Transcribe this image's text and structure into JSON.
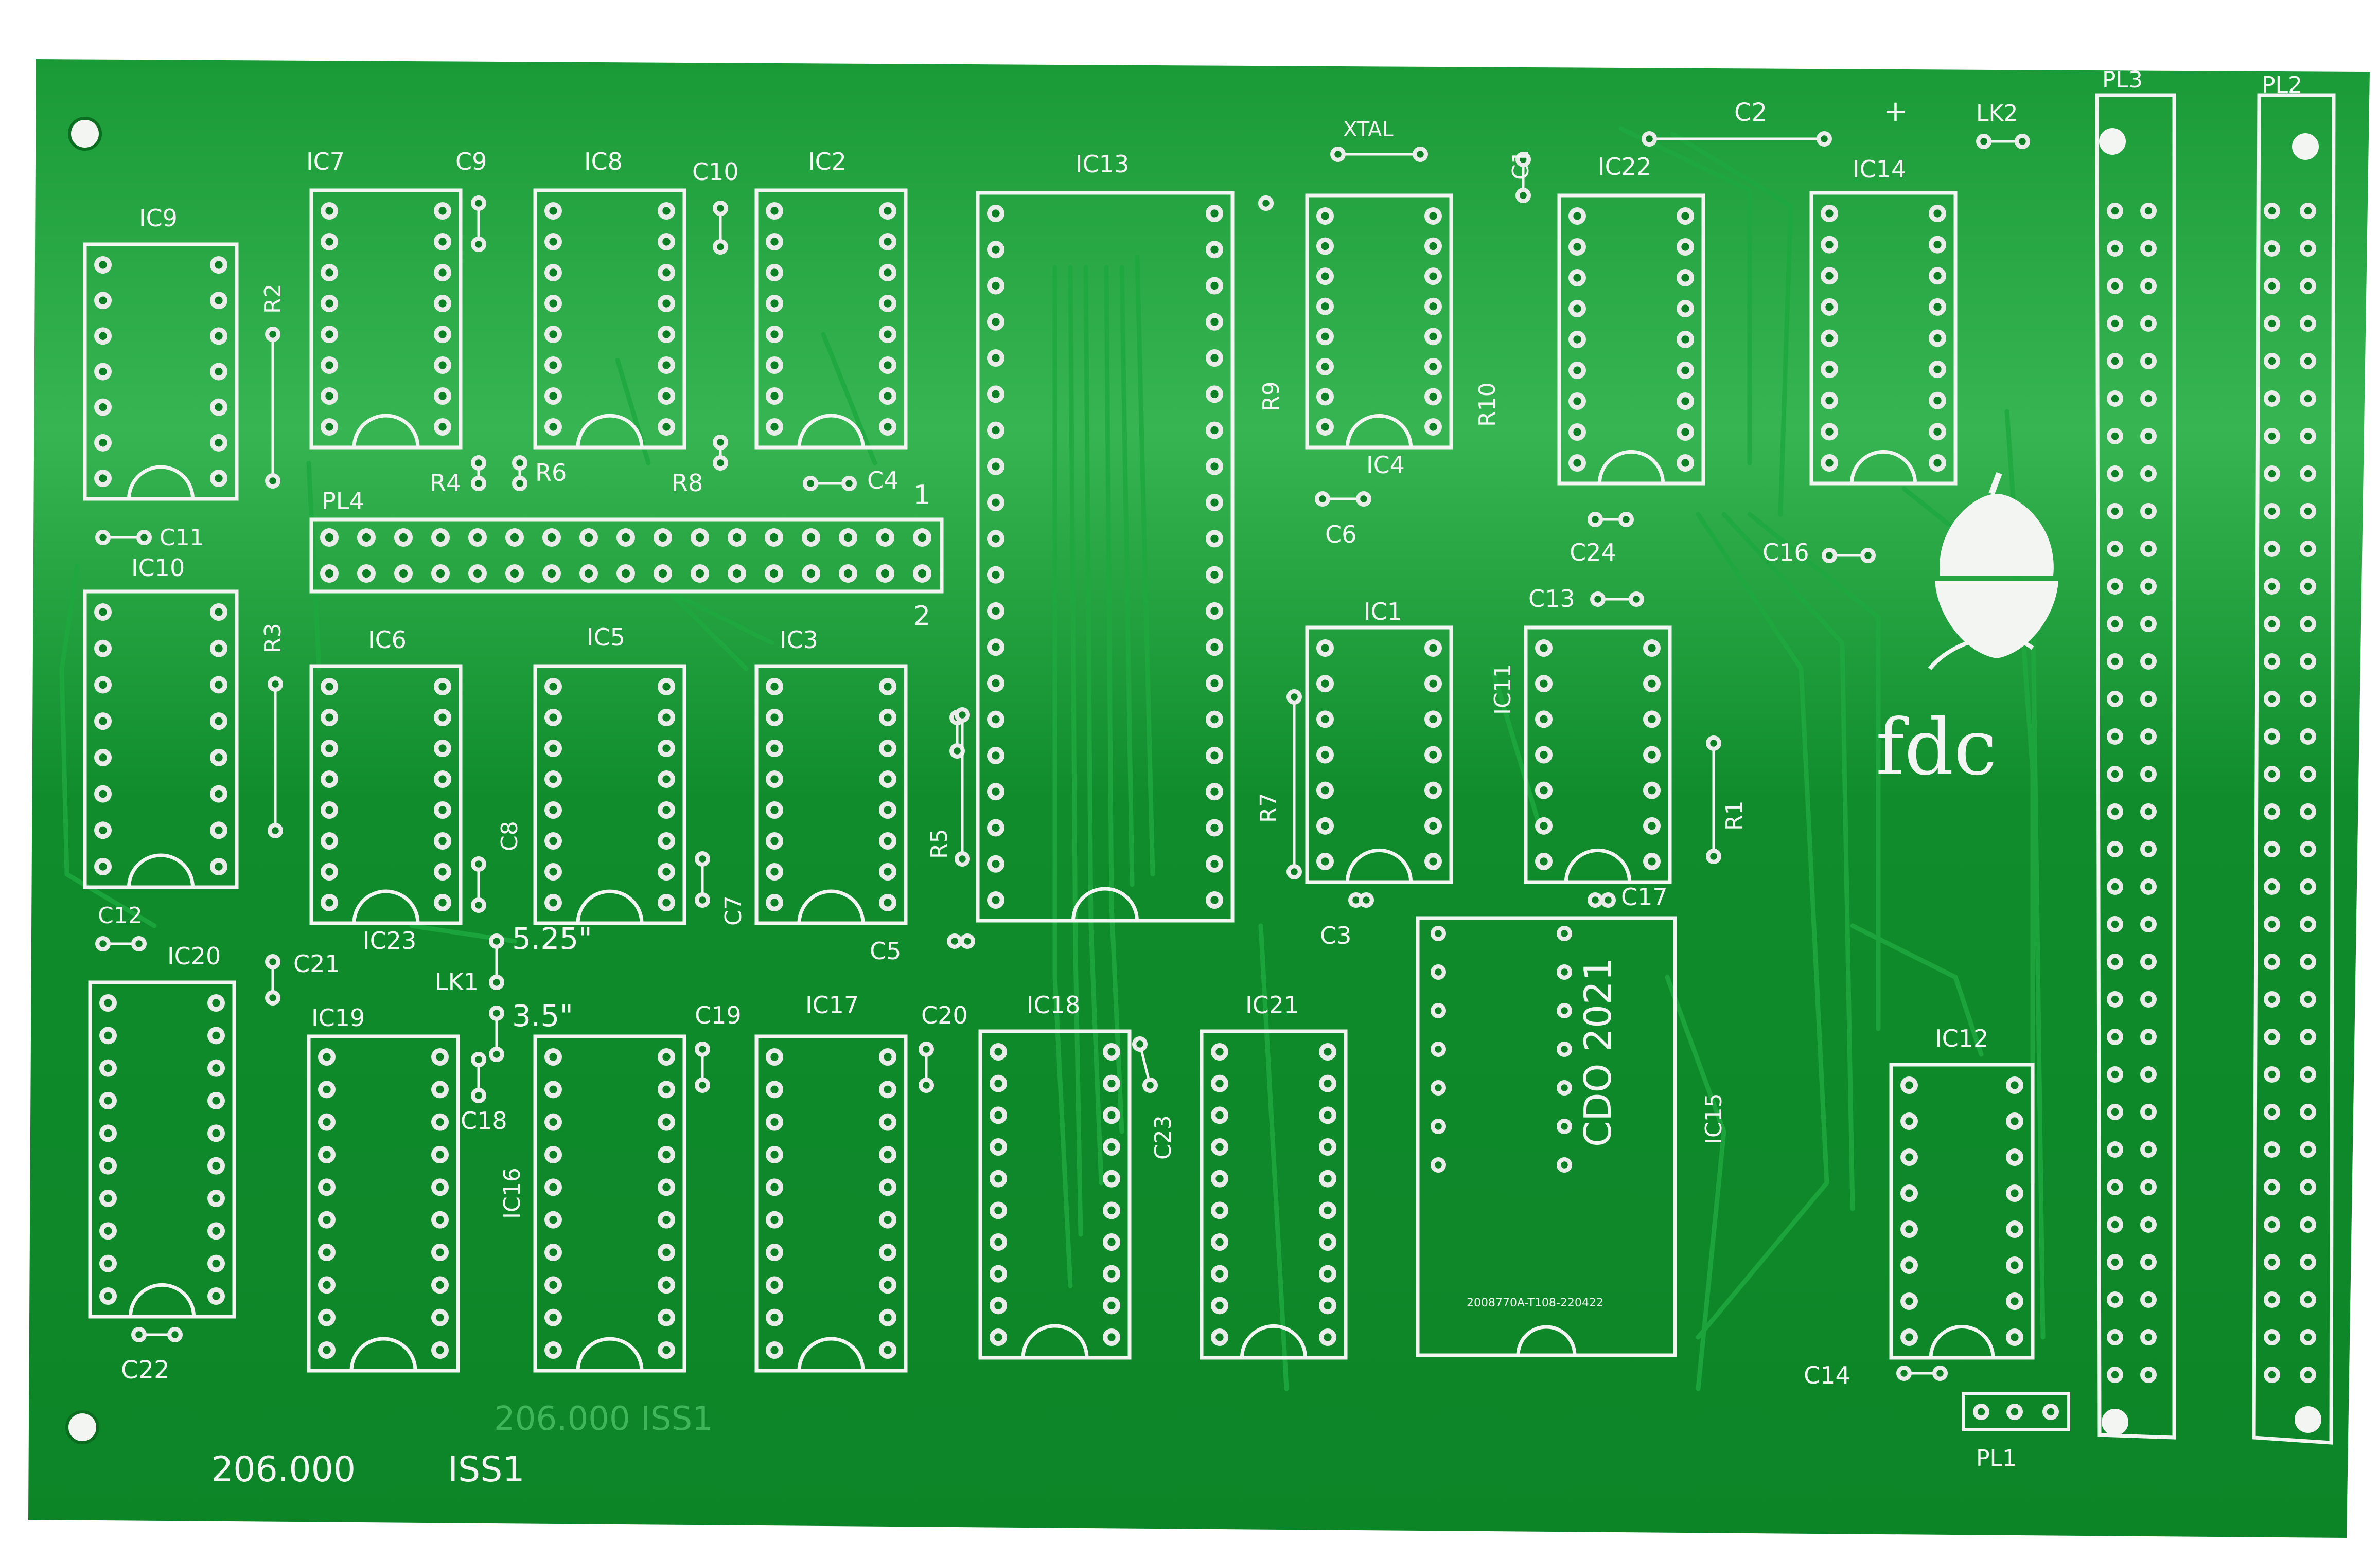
{
  "colors": {
    "board": "#0e8a2a",
    "board_light": "#22a43f",
    "trace": "#1fa23d",
    "silk": "#f2f5f2",
    "pad": "#e9ece9",
    "background": "#ffffff"
  },
  "board": {
    "part_number": "206.000",
    "issue": "ISS1",
    "copper_text": "206.000 ISS1",
    "logo_text": "fdc",
    "logo_icon": "acorn-icon"
  },
  "labels": {
    "ic1": "IC1",
    "ic2": "IC2",
    "ic3": "IC3",
    "ic4": "IC4",
    "ic5": "IC5",
    "ic6": "IC6",
    "ic7": "IC7",
    "ic8": "IC8",
    "ic9": "IC9",
    "ic10": "IC10",
    "ic11": "IC11",
    "ic12": "IC12",
    "ic13": "IC13",
    "ic14": "IC14",
    "ic15": "IC15",
    "ic16": "IC16",
    "ic17": "IC17",
    "ic18": "IC18",
    "ic19": "IC19",
    "ic20": "IC20",
    "ic21a": "IC21",
    "ic22": "IC22",
    "ic23": "IC23",
    "c1": "C1",
    "c2": "C2",
    "c3": "C3",
    "c4": "C4",
    "c5": "C5",
    "c6": "C6",
    "c7": "C7",
    "c8": "C8",
    "c9": "C9",
    "c10": "C10",
    "c11": "C11",
    "c12": "C12",
    "c13": "C13",
    "c14": "C14",
    "c16": "C16",
    "c17": "C17",
    "c18": "C18",
    "c19": "C19",
    "c20": "C20",
    "c21": "C21",
    "c22": "C22",
    "c23": "C23",
    "c24": "C24",
    "r1": "R1",
    "r2": "R2",
    "r3": "R3",
    "r4": "R4",
    "r5": "R5",
    "r6": "R6",
    "r7": "R7",
    "r8": "R8",
    "r9": "R9",
    "r10": "R10",
    "pl1": "PL1",
    "pl2": "PL2",
    "pl3": "PL3",
    "pl4": "PL4",
    "lk1": "LK1",
    "lk2": "LK2",
    "xtal": "XTAL",
    "plus": "+",
    "pin1": "1",
    "pin2": "2",
    "size_525": "5.25\"",
    "size_35": "3.5\"",
    "chip_marking": "CDO 2021",
    "chip_code": "2008770A-T108-220422"
  }
}
